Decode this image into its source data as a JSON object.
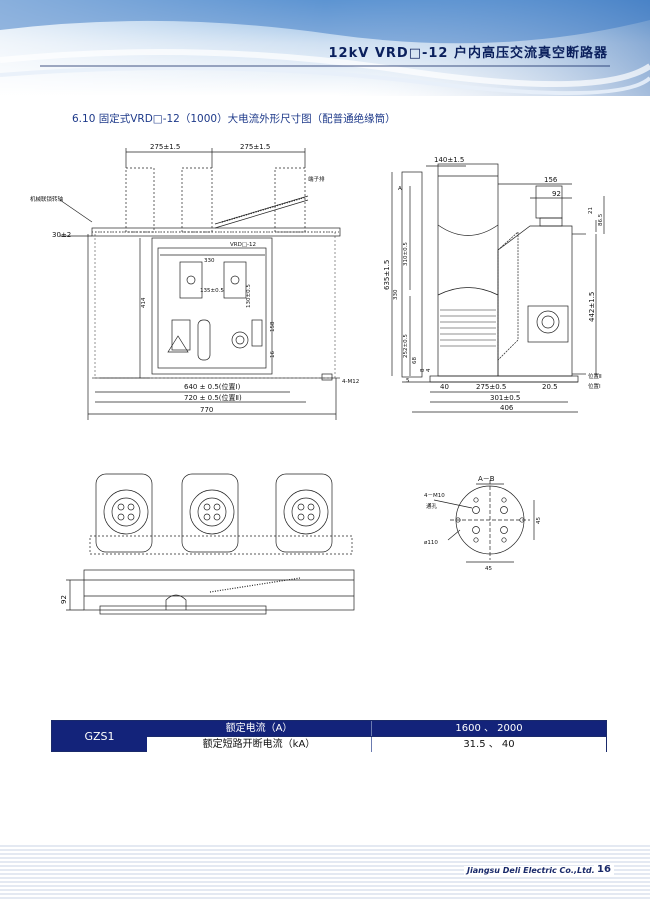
{
  "header": {
    "title": "12kV VRD□-12 户内高压交流真空断路器"
  },
  "section": {
    "heading": "6.10 固定式VRD□-12（1000）大电流外形尺寸图（配普通绝缘筒）"
  },
  "front_view": {
    "labels": {
      "pitch_left": "275±1.5",
      "pitch_right": "275±1.5",
      "mechanism_shaft": "机械联锁转轴",
      "terminal_block": "端子排",
      "offset": "30±2",
      "nameplate": "VRD□-12",
      "panel_width": "330",
      "height_414": "414",
      "dim_135": "135±0.5",
      "dim_130": "130±0.5",
      "dim_158": "158",
      "dim_16": "16",
      "mount_holes": "4-M12",
      "width_pos1": "640 ± 0.5(位置Ⅰ)",
      "width_pos2": "720 ± 0.5(位置Ⅱ)",
      "total_width": "770"
    }
  },
  "side_view": {
    "labels": {
      "top_140": "140±1.5",
      "dim_156": "156",
      "dim_92": "92",
      "dim_21": "21",
      "dim_86": "86.5",
      "height_635": "635±1.5",
      "dim_310": "310±0.5",
      "dim_252": "252±0.5",
      "dim_330": "330",
      "dim_442": "442±1.5",
      "dim_68": "68",
      "dim_8": "8",
      "dim_4": "4",
      "dim_5": "5",
      "dim_40": "40",
      "dim_275": "275±0.5",
      "dim_20": "20.5",
      "dim_301": "301±0.5",
      "depth_406": "406",
      "position_2": "位置Ⅱ",
      "position_1": "位置Ⅰ",
      "marker_a": "A"
    }
  },
  "plan_view": {
    "labels": {
      "dim_92": "92"
    }
  },
  "detail_view": {
    "labels": {
      "section": "A－B",
      "holes": "4－M10",
      "through": "通孔",
      "diameter": "ø110",
      "dim_45a": "45",
      "dim_45b": "45"
    }
  },
  "spec_table": {
    "model": "GZS1",
    "rows": [
      {
        "param": "额定电流（A）",
        "value": "1600 、 2000"
      },
      {
        "param": "额定短路开断电流（kA）",
        "value": "31.5 、 40"
      }
    ]
  },
  "footer": {
    "company": "Jiangsu Deli Electric Co.,Ltd.",
    "page": "16"
  },
  "colors": {
    "primary": "#13237a",
    "banner_light": "#cfe0f2",
    "banner_dark": "#1f5aa8",
    "line": "#222222"
  }
}
